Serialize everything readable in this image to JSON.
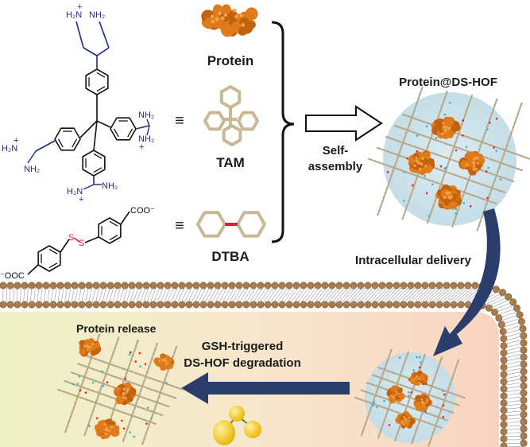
{
  "labels": {
    "protein": "Protein",
    "tam": "TAM",
    "dtba": "DTBA",
    "self_assembly_1": "Self-",
    "self_assembly_2": "assembly",
    "product": "Protein@DS-HOF",
    "intracellular": "Intracellular delivery",
    "release": "Protein release",
    "gsh_1": "GSH-triggered",
    "gsh_2": "DS-HOF degradation",
    "equiv": "≡"
  },
  "chem": {
    "h2n_plus": "H₂N",
    "nh2": "NH₂",
    "plus": "+",
    "s": "S",
    "coo_minus": "COO⁻",
    "ooc_minus": "⁻OOC"
  },
  "colors": {
    "protein": "#e07b1c",
    "framework": "#b8a88a",
    "disulfide": "#e0202a",
    "amidine": "#1f2a8a",
    "arrow": "#2b3d6b",
    "membrane": "#a87a48",
    "hof_sphere": "#cfe4ec",
    "gsh": "#f2c21a"
  }
}
